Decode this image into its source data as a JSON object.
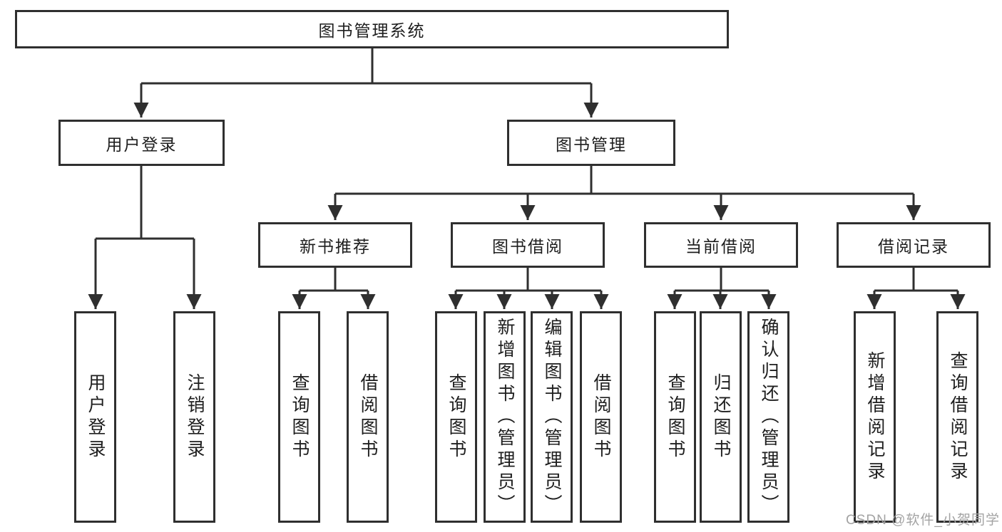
{
  "diagram": {
    "title": "图书管理系统",
    "level2": {
      "user_login": "用户登录",
      "book_mgmt": "图书管理"
    },
    "level3": {
      "new_books": "新书推荐",
      "borrow": "图书借阅",
      "current": "当前借阅",
      "records": "借阅记录"
    },
    "leaves": {
      "user_login": [
        "用户登录",
        "注销登录"
      ],
      "new_books": [
        "查询图书",
        "借阅图书"
      ],
      "borrow": [
        "查询图书",
        "新增图书（管理员）",
        "编辑图书（管理员）",
        "借阅图书"
      ],
      "current": [
        "查询图书",
        "归还图书",
        "确认归还（管理员）"
      ],
      "records": [
        "新增借阅记录",
        "查询借阅记录"
      ]
    }
  },
  "watermark": {
    "text": "CSDN @软件_小贺同学"
  },
  "colors": {
    "line": "#2f2f2f",
    "text": "#1e1e1e",
    "background": "#ffffff",
    "watermark": "#a3a3a3"
  }
}
